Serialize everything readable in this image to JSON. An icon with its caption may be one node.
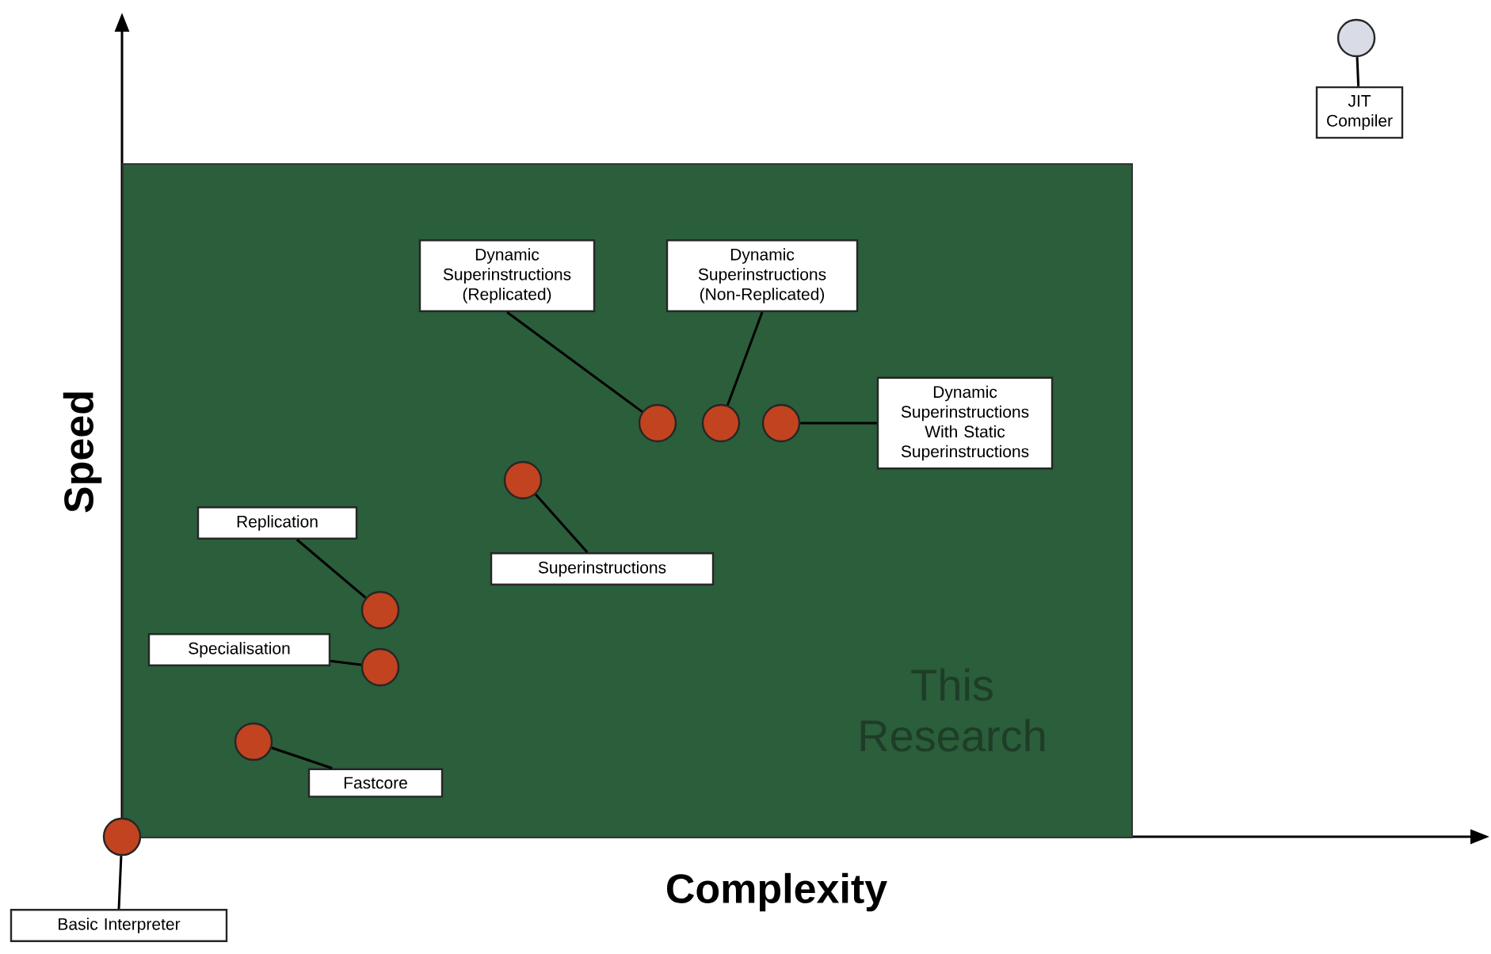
{
  "diagram": {
    "nodes": [
      {
        "text": [
          "This Research"
        ]
      },
      {
        "text": [
          "Dynamic Superinstructions (Replicated)"
        ],
        "in": 0
      },
      {
        "text": [
          "Dynamic Superinstructions (Non-Replicated)"
        ],
        "in": 0
      },
      {
        "text": [
          "Dynamic Superinstructions With Static Superinstructions"
        ],
        "in": 0
      },
      {
        "text": [],
        "shape": "circle",
        "in": 0
      },
      {
        "text": [],
        "shape": "circle",
        "in": 0
      },
      {
        "text": [],
        "shape": "circle",
        "in": 0
      },
      {
        "text": [],
        "shape": "circle",
        "in": 0
      },
      {
        "text": [
          "Superinstructions"
        ],
        "in": 0
      },
      {
        "text": [
          "Replication"
        ],
        "in": 0
      },
      {
        "text": [],
        "shape": "circle",
        "in": 0
      },
      {
        "text": [
          "Specialisation"
        ],
        "in": 0
      },
      {
        "text": [],
        "shape": "circle",
        "in": 0
      },
      {
        "text": [],
        "shape": "circle",
        "in": 0
      },
      {
        "text": [
          "Fastcore"
        ],
        "in": 0
      },
      {
        "text": [],
        "shape": "circle"
      },
      {
        "text": [
          "Basic Interpreter"
        ]
      },
      {
        "text": [],
        "shape": "circle"
      },
      {
        "text": [
          "JIT Compiler"
        ]
      }
    ],
    "edges": [
      {
        "from": 1,
        "to": 4,
        "arrow": "none"
      },
      {
        "from": 2,
        "to": 5,
        "arrow": "none"
      },
      {
        "from": 3,
        "to": 6,
        "arrow": "none"
      },
      {
        "from": 7,
        "to": 8,
        "arrow": "none"
      },
      {
        "from": 9,
        "to": 10,
        "arrow": "none"
      },
      {
        "from": 11,
        "to": 12,
        "arrow": "none"
      },
      {
        "from": 13,
        "to": 14,
        "arrow": "none"
      },
      {
        "from": 15,
        "to": 16,
        "arrow": "none"
      },
      {
        "from": 17,
        "to": 18,
        "arrow": "none"
      }
    ],
    "labels": [
      "Speed",
      "Complexity"
    ]
  }
}
